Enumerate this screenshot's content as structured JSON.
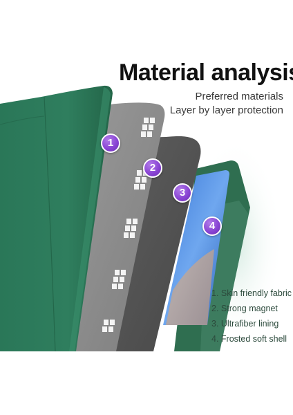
{
  "header": {
    "title": "Material analysis",
    "subtitle_line1": "Preferred materials",
    "subtitle_line2": "Layer by layer protection"
  },
  "layers": [
    {
      "number": "1",
      "label": "1. Skin friendly fabric"
    },
    {
      "number": "2",
      "label": "2. Strong magnet"
    },
    {
      "number": "3",
      "label": "3. Ultrafiber lining"
    },
    {
      "number": "4",
      "label": "4. Frosted soft shell"
    }
  ],
  "colors": {
    "case_green": "#2d7a5c",
    "magnet_gray": "#8a8a8a",
    "lining_gray": "#555555",
    "badge_purple": "#8a45d4",
    "shell_green": "#2f6e50"
  },
  "icons": [
    "magnet-block-icon"
  ]
}
